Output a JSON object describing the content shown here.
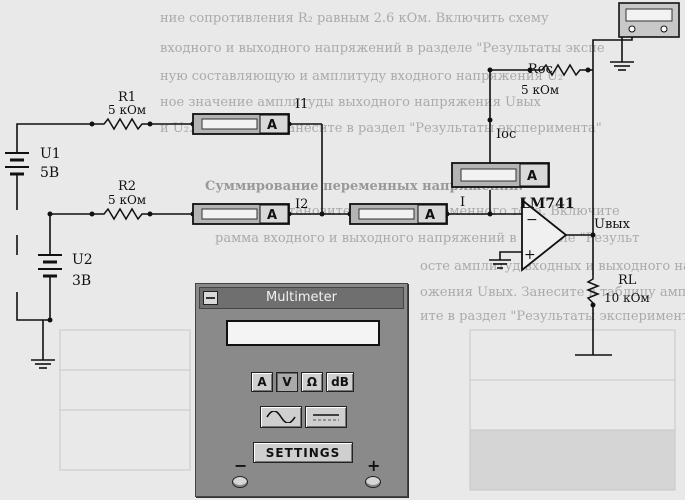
{
  "page_text": {
    "line1": "ние сопротивления R₂ равным 2.6 кОм. Включить схему",
    "line2": "входного и выходного напряжений в разделе \"Результаты экспе",
    "line3": "ную составляющую и амплитуду входного напряжения U₂",
    "line4": "ное значение амплитуды выходного напряжения Uвых",
    "line5": "и U₂. Результаты занесите в раздел \"Результаты эксперимента\"",
    "heading": "Суммирование переменных напряжений.",
    "para1": "ого с U₂ установите в режим переменного тока. Включите",
    "para2": "рамма входного и выходного напряжений в разделе \"Результ",
    "para3": "осте амплитуд входных и выходного напряжения",
    "para4": "ожения Uвых. Занесите в таблицу амплитуды всех напряжений",
    "para5": "ите в раздел \"Результаты эксперимента\"."
  },
  "circuit": {
    "r1_label": "R1",
    "r1_value": "5 кОм",
    "i1_label": "I1",
    "r2_label": "R2",
    "r2_value": "5 кОм",
    "i2_label": "I2",
    "roc_label": "Roc",
    "roc_value": "5 кОм",
    "ioc_label": "Ioc",
    "i_label": "I",
    "opamp_label": "LM741",
    "opamp_minus": "−",
    "opamp_plus": "+",
    "uout_label": "Uвых",
    "rl_label": "RL",
    "rl_value": "10 кОм",
    "u1_label": "U1",
    "u1_value": "5В",
    "u2_label": "U2",
    "u2_value": "3В",
    "ammeter_letter": "A"
  },
  "multimeter": {
    "title": "Multimeter",
    "display_value": "",
    "unit_buttons": [
      "A",
      "V",
      "Ω",
      "dB"
    ],
    "active_unit": "V",
    "mode_buttons": [
      "ac-wave-icon",
      "dc-line-icon"
    ],
    "settings_label": "SETTINGS",
    "minus_terminal": "−",
    "plus_terminal": "+"
  }
}
